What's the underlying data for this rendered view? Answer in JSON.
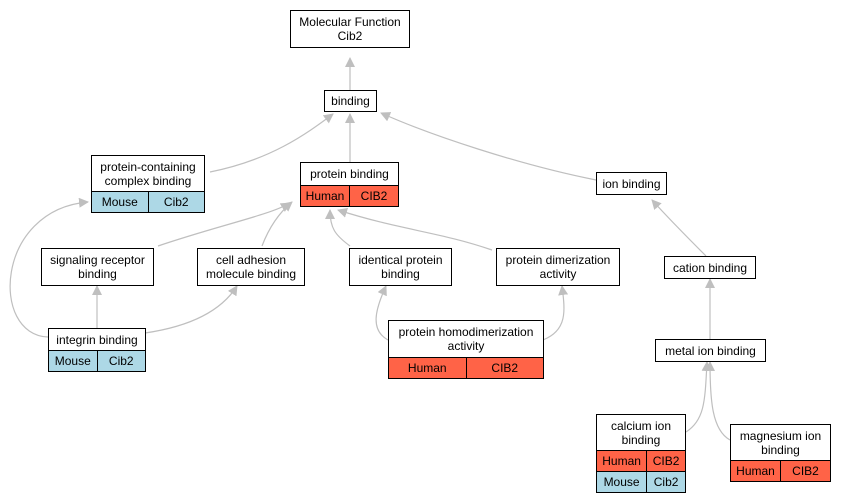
{
  "colors": {
    "human": "#FF6347",
    "mouse": "#ADD8E6",
    "edge": "#BFBFBF"
  },
  "nodes": {
    "root": "Molecular Function\nCib2",
    "binding": "binding",
    "protein_containing_complex_binding": "protein-containing\ncomplex binding",
    "protein_binding": "protein binding",
    "ion_binding": "ion binding",
    "signaling_receptor_binding": "signaling receptor\nbinding",
    "cell_adhesion_molecule_binding": "cell adhesion\nmolecule binding",
    "identical_protein_binding": "identical protein\nbinding",
    "protein_dimerization_activity": "protein dimerization\nactivity",
    "cation_binding": "cation binding",
    "integrin_binding": "integrin binding",
    "protein_homodimerization_activity": "protein homodimerization\nactivity",
    "metal_ion_binding": "metal ion binding",
    "calcium_ion_binding": "calcium ion\nbinding",
    "magnesium_ion_binding": "magnesium ion\nbinding"
  },
  "annotations": {
    "protein_containing_complex_binding": [
      {
        "species": "Mouse",
        "gene": "Cib2",
        "color": "mouse"
      }
    ],
    "protein_binding": [
      {
        "species": "Human",
        "gene": "CIB2",
        "color": "human"
      }
    ],
    "integrin_binding": [
      {
        "species": "Mouse",
        "gene": "Cib2",
        "color": "mouse"
      }
    ],
    "protein_homodimerization_activity": [
      {
        "species": "Human",
        "gene": "CIB2",
        "color": "human"
      }
    ],
    "calcium_ion_binding": [
      {
        "species": "Human",
        "gene": "CIB2",
        "color": "human"
      },
      {
        "species": "Mouse",
        "gene": "Cib2",
        "color": "mouse"
      }
    ],
    "magnesium_ion_binding": [
      {
        "species": "Human",
        "gene": "CIB2",
        "color": "human"
      }
    ]
  }
}
